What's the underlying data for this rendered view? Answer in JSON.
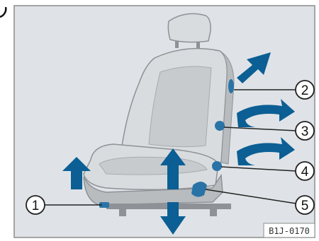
{
  "figure": {
    "subject": "car-seat-adjustment-controls",
    "colors": {
      "background": "#ffffff",
      "panel": "#dfe3e7",
      "panel_border": "#8c8c8c",
      "seat_light": "#d9dcde",
      "seat_mid": "#b8bcbf",
      "seat_dark": "#8e9296",
      "arrow": "#0b5f94",
      "control": "#2a73a6",
      "callout": "#222222"
    },
    "callouts": [
      {
        "number": "1",
        "control": "height-lever-front"
      },
      {
        "number": "2",
        "control": "backrest-adjuster"
      },
      {
        "number": "3",
        "control": "lumbar-knob-upper"
      },
      {
        "number": "4",
        "control": "lumbar-knob-lower"
      },
      {
        "number": "5",
        "control": "seat-height-lever"
      }
    ],
    "image_code": "B1J-0170"
  }
}
